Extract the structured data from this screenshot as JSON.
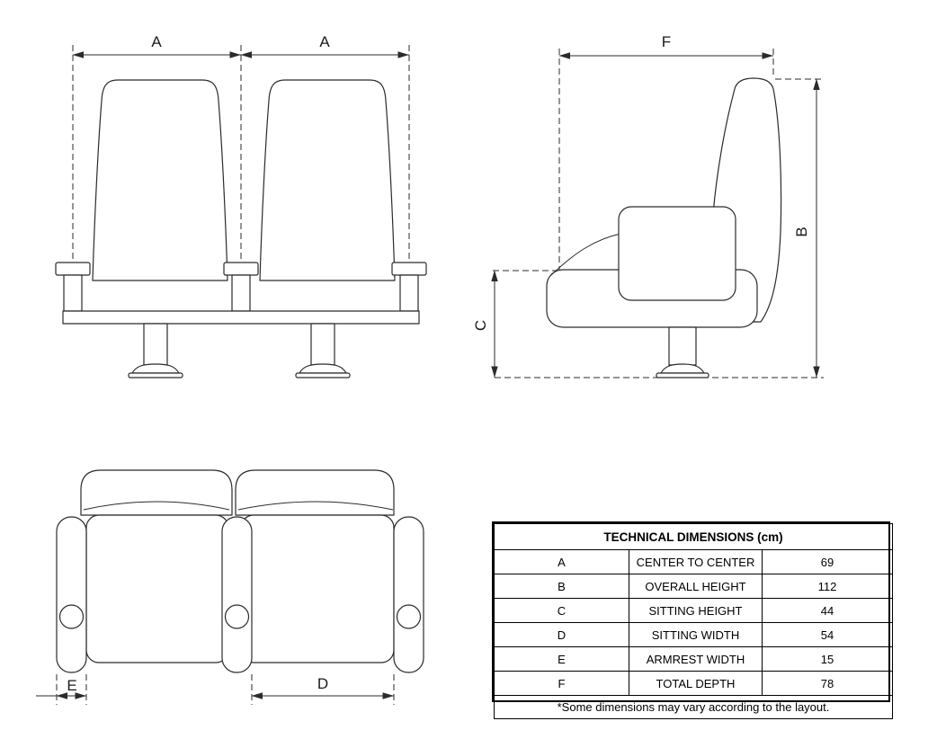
{
  "labels": {
    "a1": "A",
    "a2": "A",
    "f": "F",
    "b": "B",
    "c": "C",
    "e": "E",
    "d": "D"
  },
  "table": {
    "title": "TECHNICAL DIMENSIONS (cm)",
    "rows": [
      {
        "letter": "A",
        "name": "CENTER TO CENTER",
        "value": "69"
      },
      {
        "letter": "B",
        "name": "OVERALL HEIGHT",
        "value": "112"
      },
      {
        "letter": "C",
        "name": "SITTING HEIGHT",
        "value": "44"
      },
      {
        "letter": "D",
        "name": "SITTING WIDTH",
        "value": "54"
      },
      {
        "letter": "E",
        "name": "ARMREST WIDTH",
        "value": "15"
      },
      {
        "letter": "F",
        "name": "TOTAL DEPTH",
        "value": "78"
      }
    ],
    "footnote": "*Some dimensions may vary according to the layout."
  }
}
